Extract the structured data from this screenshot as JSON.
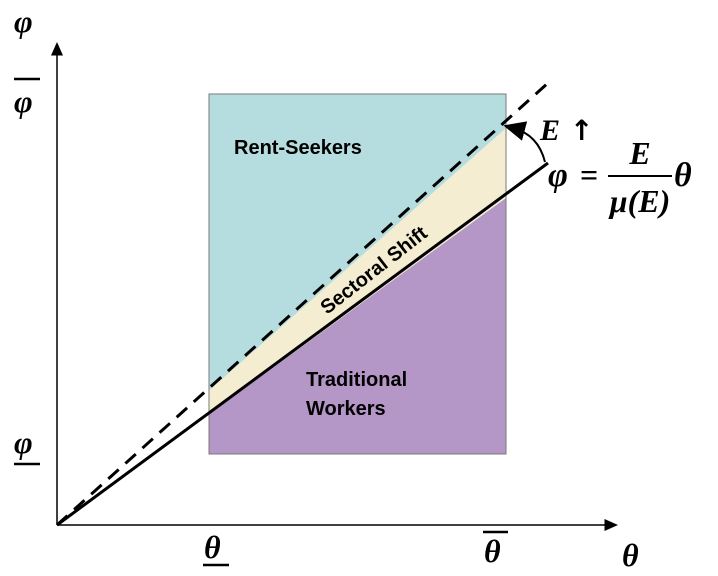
{
  "axes": {
    "y_symbol": "φ",
    "x_symbol": "θ",
    "y_upper_tick": "φ",
    "y_lower_tick": "φ",
    "x_lower_tick": "θ",
    "x_upper_tick": "θ"
  },
  "regions": {
    "rent_seekers": "Rent-Seekers",
    "traditional_line1": "Traditional",
    "traditional_line2": "Workers",
    "sectoral_shift": "Sectoral Shift"
  },
  "shift_label": {
    "variable": "E",
    "arrow": "↑"
  },
  "equation": {
    "lhs": "φ",
    "equals": "=",
    "numerator": "E",
    "denominator": "μ(E)",
    "multiplier": "θ"
  },
  "colors": {
    "rent_seekers": "#b5dde0",
    "traditional": "#b497c6",
    "sectoral_shift": "#f5edd2",
    "ink": "#000000"
  }
}
